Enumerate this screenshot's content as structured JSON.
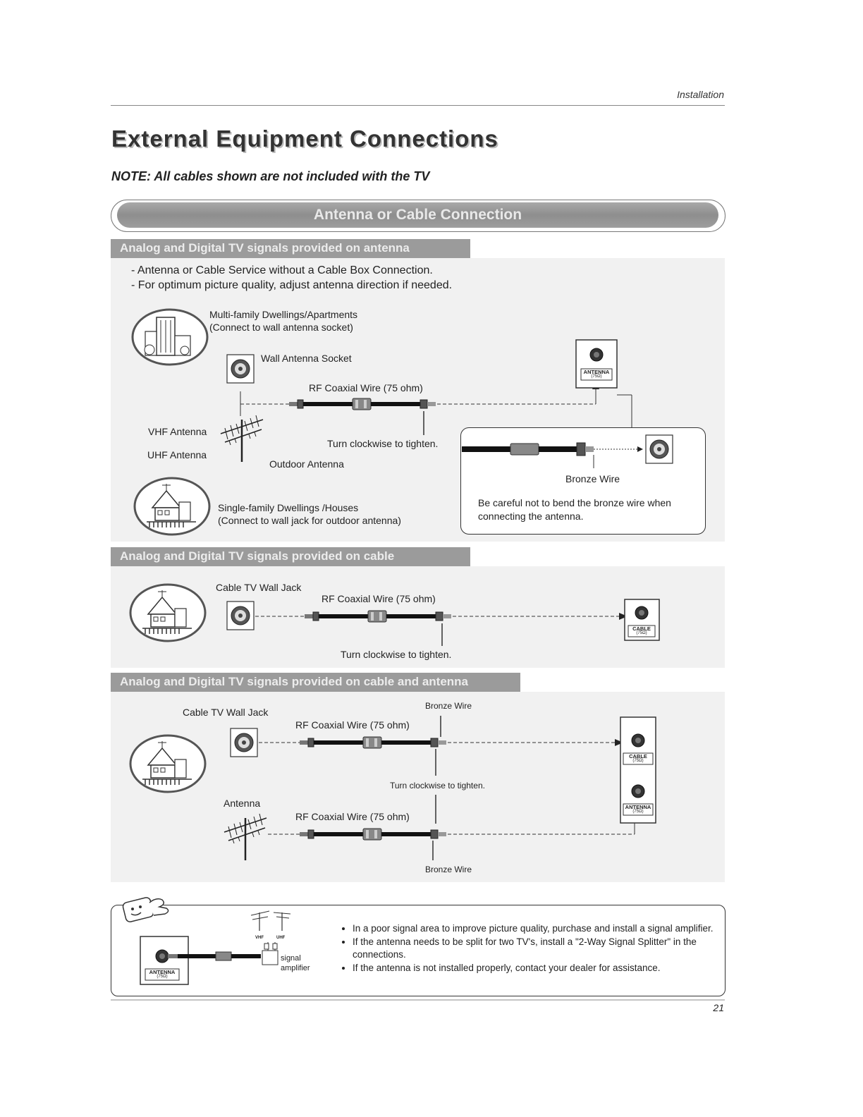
{
  "header": {
    "section": "Installation"
  },
  "title": "External Equipment Connections",
  "note": "NOTE: All cables shown are not included with the TV",
  "banner": "Antenna or Cable Connection",
  "sections": {
    "antenna": {
      "heading": "Analog and Digital TV signals provided on antenna",
      "bullets": [
        "- Antenna or Cable Service without a Cable Box Connection.",
        "- For optimum picture quality, adjust antenna direction if needed."
      ],
      "multi_family": "Multi-family Dwellings/Apartments",
      "multi_family_sub": "(Connect to wall antenna socket)",
      "wall_socket": "Wall Antenna Socket",
      "rf_wire": "RF Coaxial Wire (75 ohm)",
      "vhf": "VHF Antenna",
      "uhf": "UHF Antenna",
      "outdoor": "Outdoor Antenna",
      "turn": "Turn clockwise to tighten.",
      "single_family": "Single-family Dwellings /Houses",
      "single_family_sub": "(Connect to wall jack for outdoor antenna)",
      "bronze": "Bronze Wire",
      "caution": "Be careful not to bend the bronze wire when connecting the antenna.",
      "port_label": "ANTENNA",
      "port_sub": "(75Ω)"
    },
    "cable": {
      "heading": "Analog and Digital TV signals provided on cable",
      "wall_jack": "Cable TV Wall Jack",
      "rf_wire": "RF Coaxial Wire (75 ohm)",
      "turn": "Turn clockwise to tighten.",
      "port_label": "CABLE",
      "port_sub": "(75Ω)"
    },
    "both": {
      "heading": "Analog and Digital TV signals provided on cable and antenna",
      "wall_jack": "Cable TV Wall Jack",
      "bronze_top": "Bronze Wire",
      "rf_wire_top": "RF Coaxial Wire (75 ohm)",
      "turn": "Turn clockwise to tighten.",
      "antenna": "Antenna",
      "rf_wire_bottom": "RF Coaxial Wire (75 ohm)",
      "bronze_bottom": "Bronze Wire",
      "cable_port": "CABLE",
      "antenna_port": "ANTENNA",
      "port_sub": "(75Ω)"
    }
  },
  "tip": {
    "vhf": "VHF",
    "uhf": "UHF",
    "amp_line1": "signal",
    "amp_line2": "amplifier",
    "port_label": "ANTENNA",
    "port_sub": "(75Ω)",
    "items": [
      "In a poor signal area to improve picture quality, purchase and install a signal amplifier.",
      "If the antenna needs to be split for two TV's, install a \"2-Way Signal Splitter\" in the connections.",
      "If the antenna is not installed properly, contact your dealer for assistance."
    ]
  },
  "page_number": "21"
}
